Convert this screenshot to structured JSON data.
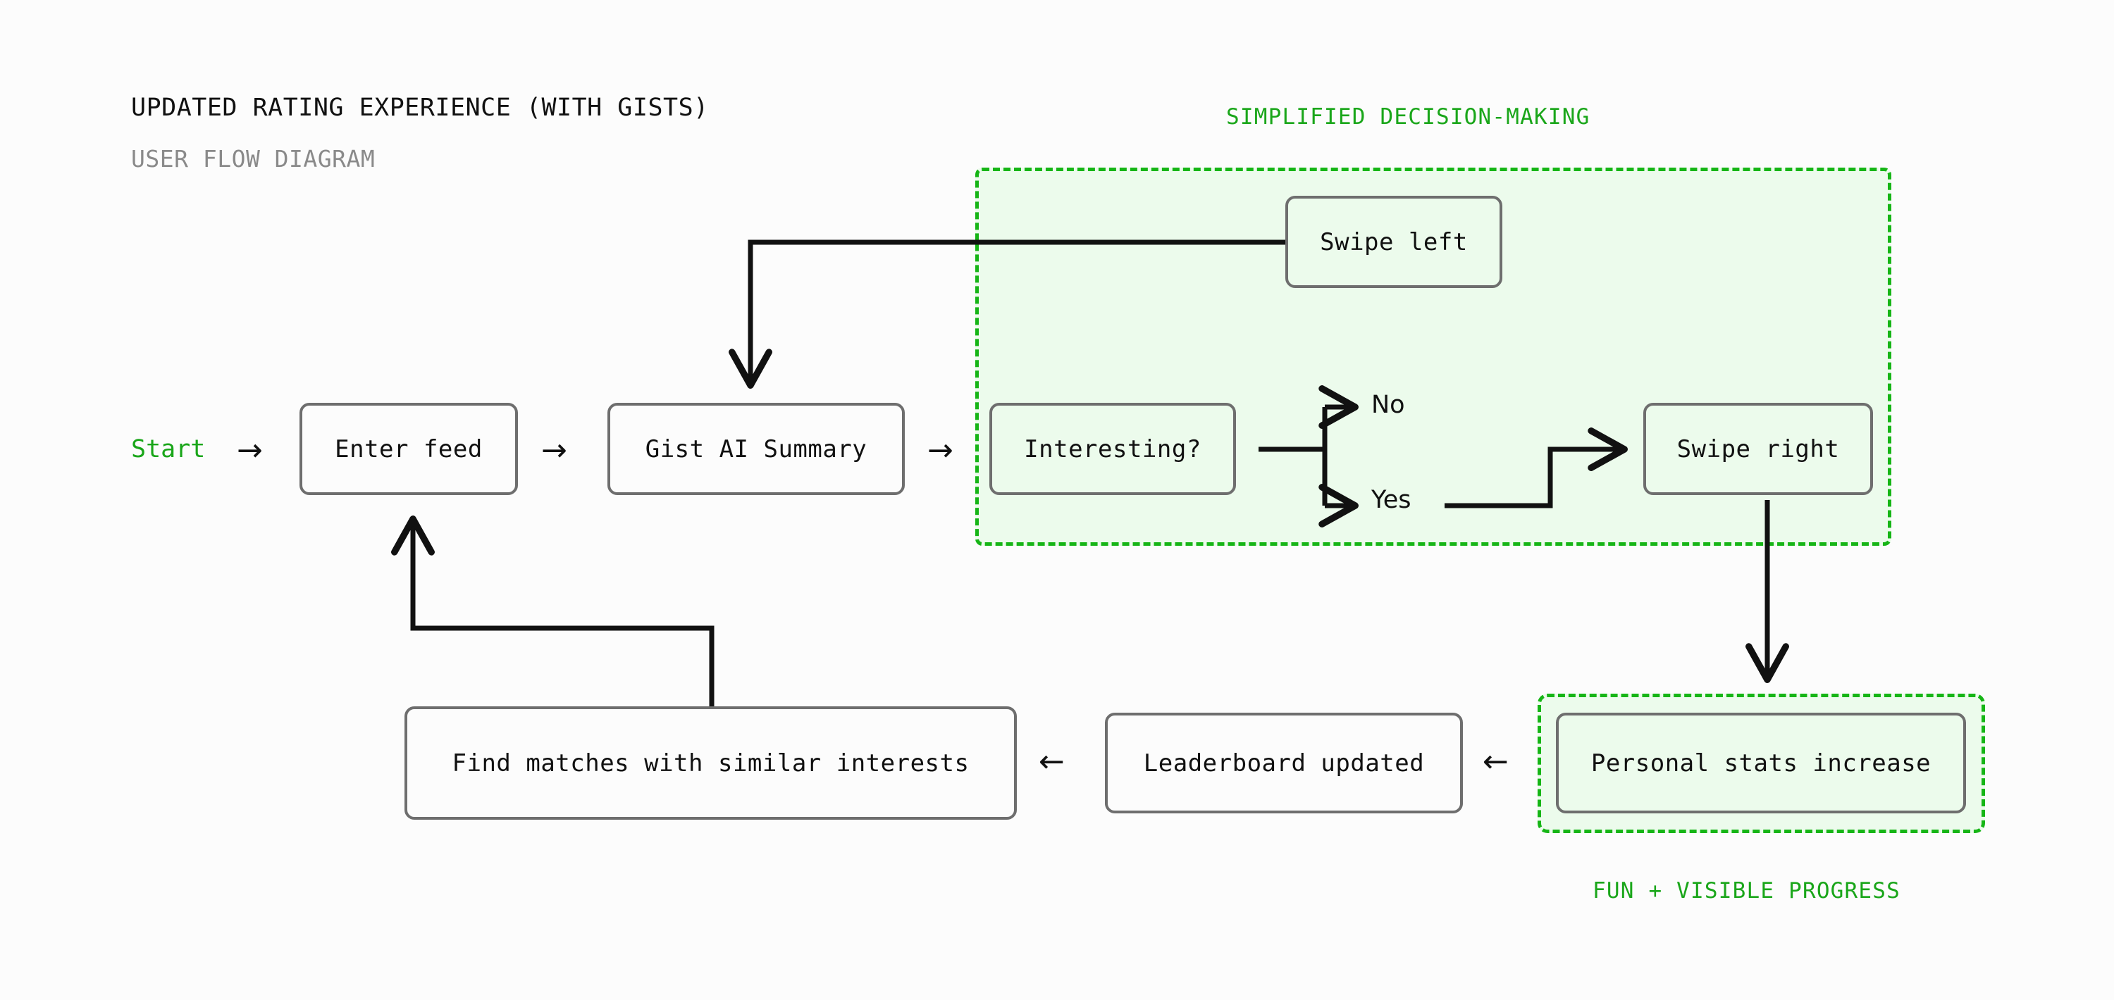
{
  "header": {
    "title": "UPDATED RATING EXPERIENCE (WITH GISTS)",
    "subtitle": "USER FLOW DIAGRAM"
  },
  "zones": [
    {
      "id": "decision",
      "caption": "SIMPLIFIED DECISION-MAKING",
      "fill": "#ecfbec",
      "border": "#16b516"
    },
    {
      "id": "progress",
      "caption": "FUN + VISIBLE PROGRESS",
      "fill": "#ecfbec",
      "border": "#16b516"
    }
  ],
  "nodes": {
    "start": "Start",
    "enter_feed": "Enter feed",
    "gist": "Gist AI Summary",
    "interesting": "Interesting?",
    "swipe_left": "Swipe left",
    "swipe_right": "Swipe right",
    "personal_stats": "Personal stats increase",
    "leaderboard": "Leaderboard updated",
    "find_matches": "Find matches with similar interests"
  },
  "edge_labels": {
    "no": "No",
    "yes": "Yes"
  },
  "arrow_glyphs": {
    "right": "→",
    "left": "←"
  },
  "colors": {
    "background": "#fcfcfc",
    "node_border": "#6e6e6e",
    "node_text": "#111111",
    "connector": "#111111",
    "accent_green": "#1aa61a",
    "zone_border": "#16b516",
    "zone_fill": "#ecfbec",
    "subtitle_grey": "#8a8a8a"
  },
  "chart_data": {
    "type": "diagram",
    "title": "UPDATED RATING EXPERIENCE (WITH GISTS)",
    "subtitle": "USER FLOW DIAGRAM",
    "nodes": [
      {
        "id": "start",
        "label": "Start",
        "kind": "terminal"
      },
      {
        "id": "enter_feed",
        "label": "Enter feed",
        "kind": "process"
      },
      {
        "id": "gist",
        "label": "Gist AI Summary",
        "kind": "process"
      },
      {
        "id": "interesting",
        "label": "Interesting?",
        "kind": "decision"
      },
      {
        "id": "swipe_left",
        "label": "Swipe left",
        "kind": "process"
      },
      {
        "id": "swipe_right",
        "label": "Swipe right",
        "kind": "process"
      },
      {
        "id": "personal_stats",
        "label": "Personal stats increase",
        "kind": "process"
      },
      {
        "id": "leaderboard",
        "label": "Leaderboard updated",
        "kind": "process"
      },
      {
        "id": "find_matches",
        "label": "Find matches with similar interests",
        "kind": "process"
      }
    ],
    "edges": [
      {
        "from": "start",
        "to": "enter_feed",
        "label": ""
      },
      {
        "from": "enter_feed",
        "to": "gist",
        "label": ""
      },
      {
        "from": "gist",
        "to": "interesting",
        "label": ""
      },
      {
        "from": "interesting",
        "to": "swipe_left",
        "label": "No"
      },
      {
        "from": "interesting",
        "to": "swipe_right",
        "label": "Yes"
      },
      {
        "from": "swipe_left",
        "to": "gist",
        "label": ""
      },
      {
        "from": "swipe_right",
        "to": "personal_stats",
        "label": ""
      },
      {
        "from": "personal_stats",
        "to": "leaderboard",
        "label": ""
      },
      {
        "from": "leaderboard",
        "to": "find_matches",
        "label": ""
      },
      {
        "from": "find_matches",
        "to": "enter_feed",
        "label": ""
      }
    ],
    "groups": [
      {
        "caption": "SIMPLIFIED DECISION-MAKING",
        "members": [
          "interesting",
          "swipe_left",
          "swipe_right"
        ]
      },
      {
        "caption": "FUN + VISIBLE PROGRESS",
        "members": [
          "personal_stats"
        ]
      }
    ]
  }
}
